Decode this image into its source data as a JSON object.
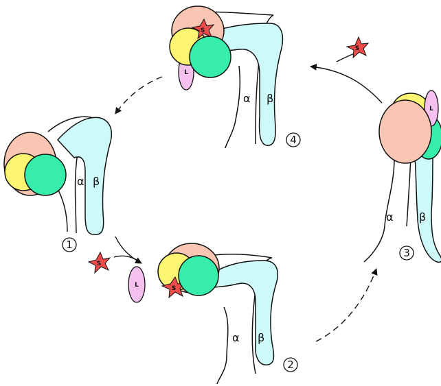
{
  "colors": {
    "peach": "#f8c6b2",
    "yellow": "#fbf572",
    "green": "#36eeaa",
    "cyan": "#cdf9f9",
    "pink": "#f4c1ef",
    "star": "#ee4b4b",
    "line": "#111111"
  },
  "labels": {
    "alpha": "α",
    "beta": "β",
    "ligand": "L",
    "substrate": "S",
    "step1": "1",
    "step2": "2",
    "step3": "3",
    "step4": "4"
  }
}
